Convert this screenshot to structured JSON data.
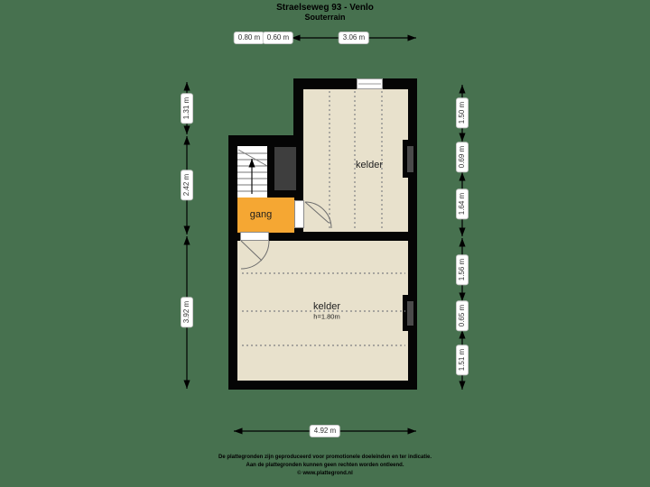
{
  "title": {
    "line1": "Straelseweg 93 - Venlo",
    "line2": "Souterrain"
  },
  "rooms": {
    "upper_kelder": {
      "label": "kelder"
    },
    "gang": {
      "label": "gang"
    },
    "lower_kelder": {
      "label": "kelder",
      "height_note": "h=1.80m"
    }
  },
  "dims": {
    "top": [
      "0.80 m",
      "0.60 m",
      "3.06 m"
    ],
    "left": [
      "1.31 m",
      "2.42 m",
      "3.92 m"
    ],
    "right": [
      "1.50 m",
      "0.69 m",
      "1.64 m",
      "1.56 m",
      "0.65 m",
      "1.51 m"
    ],
    "bottom": [
      "4.92 m"
    ]
  },
  "footer": {
    "line1": "De plattegronden zijn geproduceerd voor promotionele doeleinden en ter indicatie.",
    "line2": "Aan de plattegronden kunnen geen rechten worden ontleend.",
    "line3": "© www.plattegrond.nl"
  },
  "colors": {
    "background": "#47714F",
    "wall": "#050505",
    "floor": "#E8E1CC",
    "hall_accent": "#F5A733",
    "void": "#3E3E3E",
    "dotted_line": "#8F8F8F"
  }
}
